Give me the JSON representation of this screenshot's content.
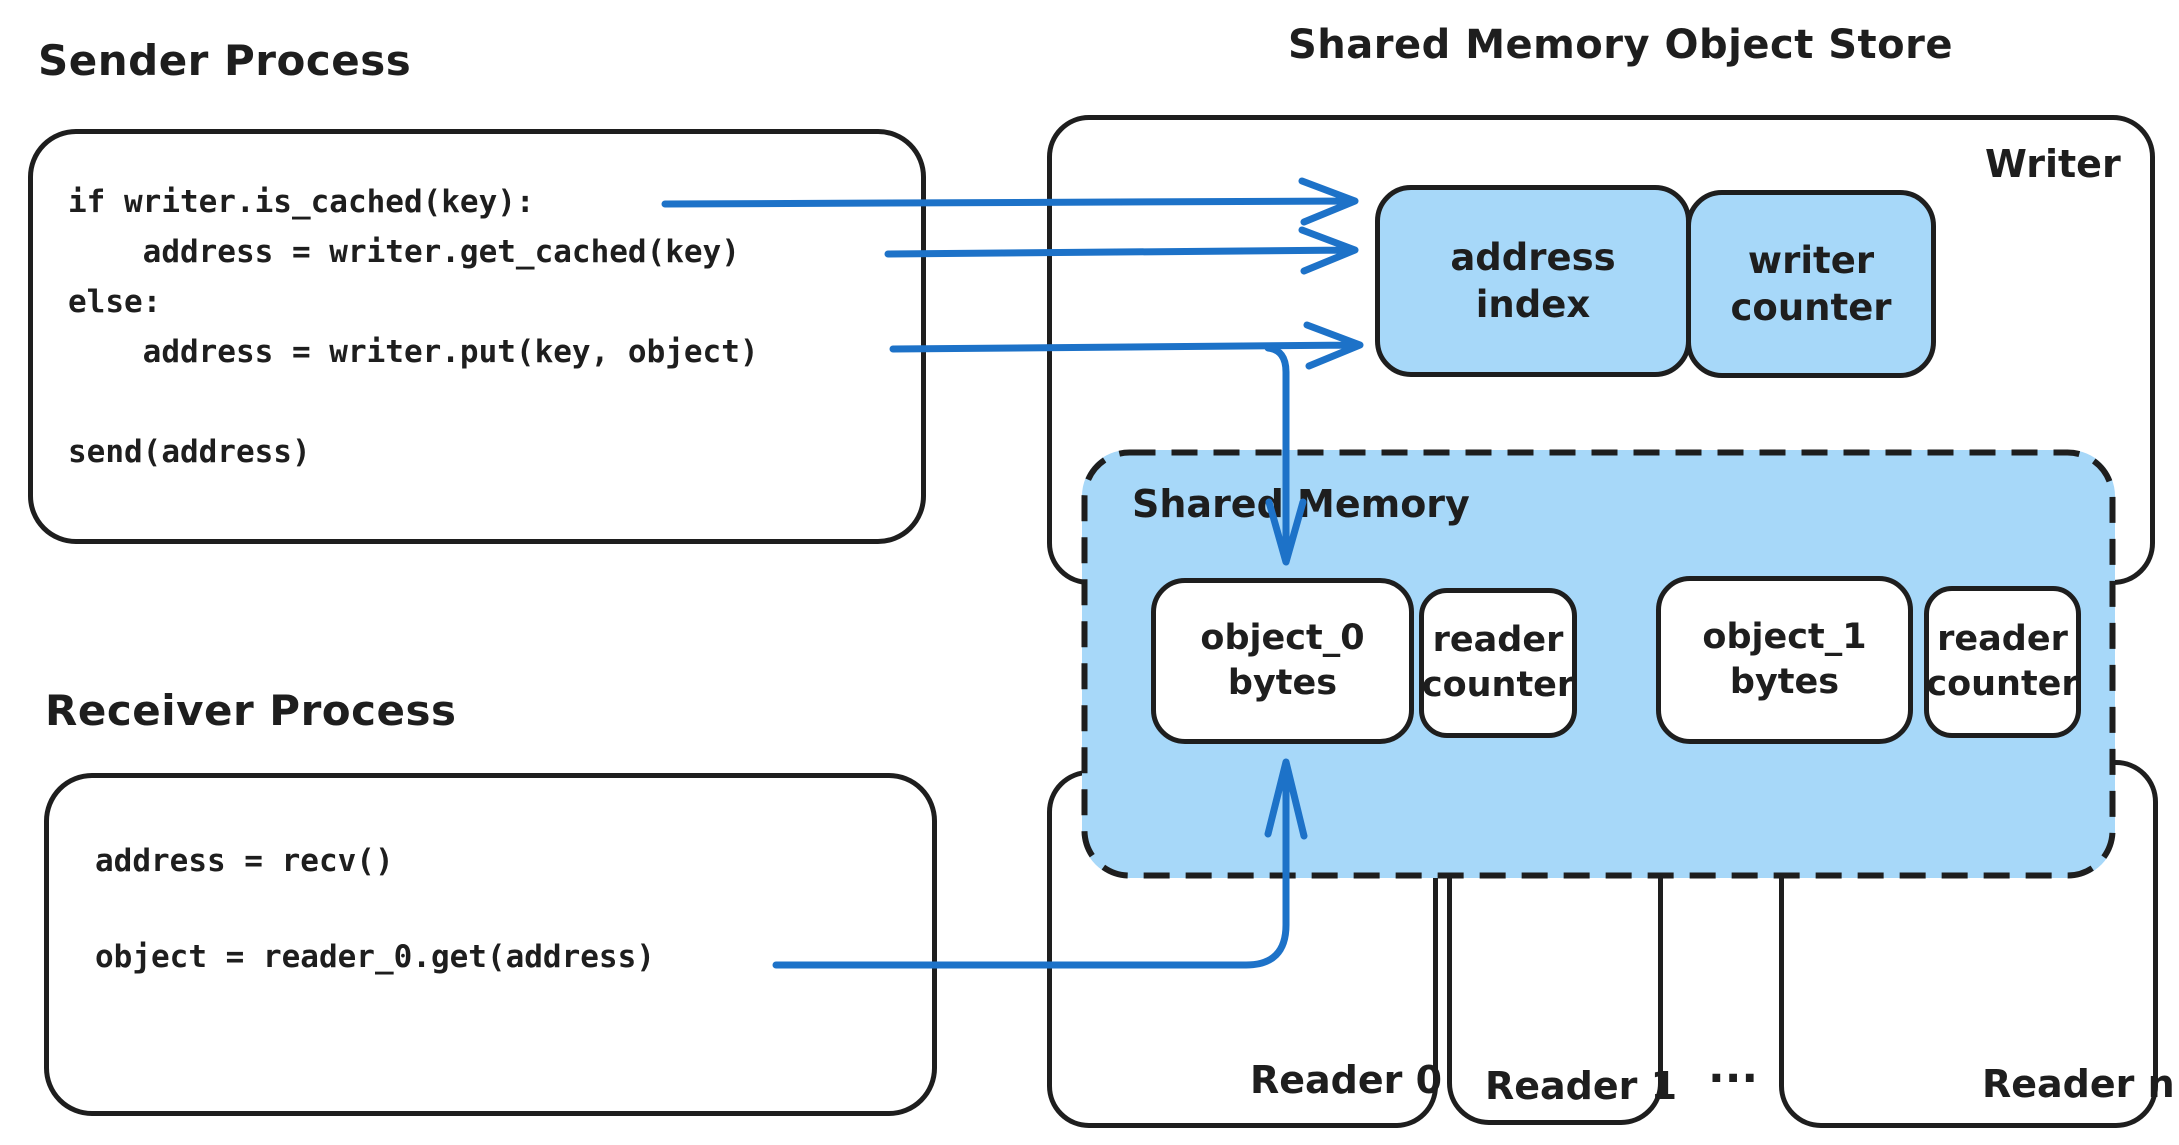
{
  "colors": {
    "background": "#ffffff",
    "stroke": "#1e1e1e",
    "shared_memory_fill": "#a7d8f9",
    "arrow_blue": "#1d72c8"
  },
  "sender": {
    "title": "Sender Process",
    "code": "if writer.is_cached(key):\n    address = writer.get_cached(key)\nelse:\n    address = writer.put(key, object)\n\nsend(address)"
  },
  "receiver": {
    "title": "Receiver Process",
    "code": "address = recv()\n\nobject = reader_0.get(address)"
  },
  "store": {
    "title": "Shared Memory Object Store",
    "writer_label": "Writer",
    "address_index_label": "address\nindex",
    "writer_counter_label": "writer\ncounter",
    "shared_memory": {
      "label": "Shared Memory",
      "slots": [
        {
          "object_label": "object_0\nbytes",
          "counter_label": "reader\ncounter"
        },
        {
          "object_label": "object_1\nbytes",
          "counter_label": "reader\ncounter"
        }
      ]
    },
    "readers": {
      "items": [
        "Reader 0",
        "Reader 1",
        "Reader n"
      ],
      "ellipsis": "..."
    }
  }
}
